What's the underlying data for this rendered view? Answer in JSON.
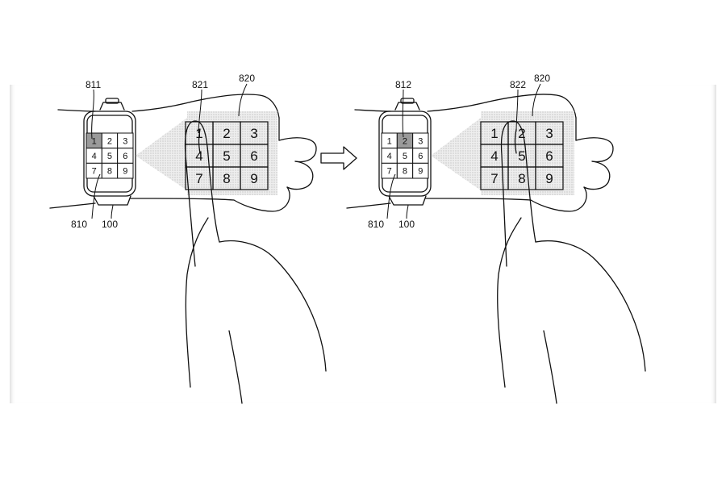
{
  "figure": {
    "left_panel": {
      "labels": {
        "key_highlight": "811",
        "projection_key": "821",
        "projected_keypad": "820",
        "watch_keypad": "810",
        "device": "100"
      },
      "watch_keys": [
        "1",
        "2",
        "3",
        "4",
        "5",
        "6",
        "7",
        "8",
        "9"
      ],
      "projected_keys": [
        "1",
        "2",
        "3",
        "4",
        "5",
        "6",
        "7",
        "8",
        "9"
      ],
      "highlighted_key": "1"
    },
    "right_panel": {
      "labels": {
        "key_highlight": "812",
        "projection_key": "822",
        "projected_keypad": "820",
        "watch_keypad": "810",
        "device": "100"
      },
      "watch_keys": [
        "1",
        "2",
        "3",
        "4",
        "5",
        "6",
        "7",
        "8",
        "9"
      ],
      "projected_keys": [
        "1",
        "2",
        "3",
        "4",
        "5",
        "6",
        "7",
        "8",
        "9"
      ],
      "highlighted_key": "2"
    },
    "transition_arrow": "right-arrow-icon",
    "colors": {
      "line": "#111111",
      "projection_fill": "#e6e6e6",
      "highlight_fill": "#9a9a9a"
    }
  }
}
